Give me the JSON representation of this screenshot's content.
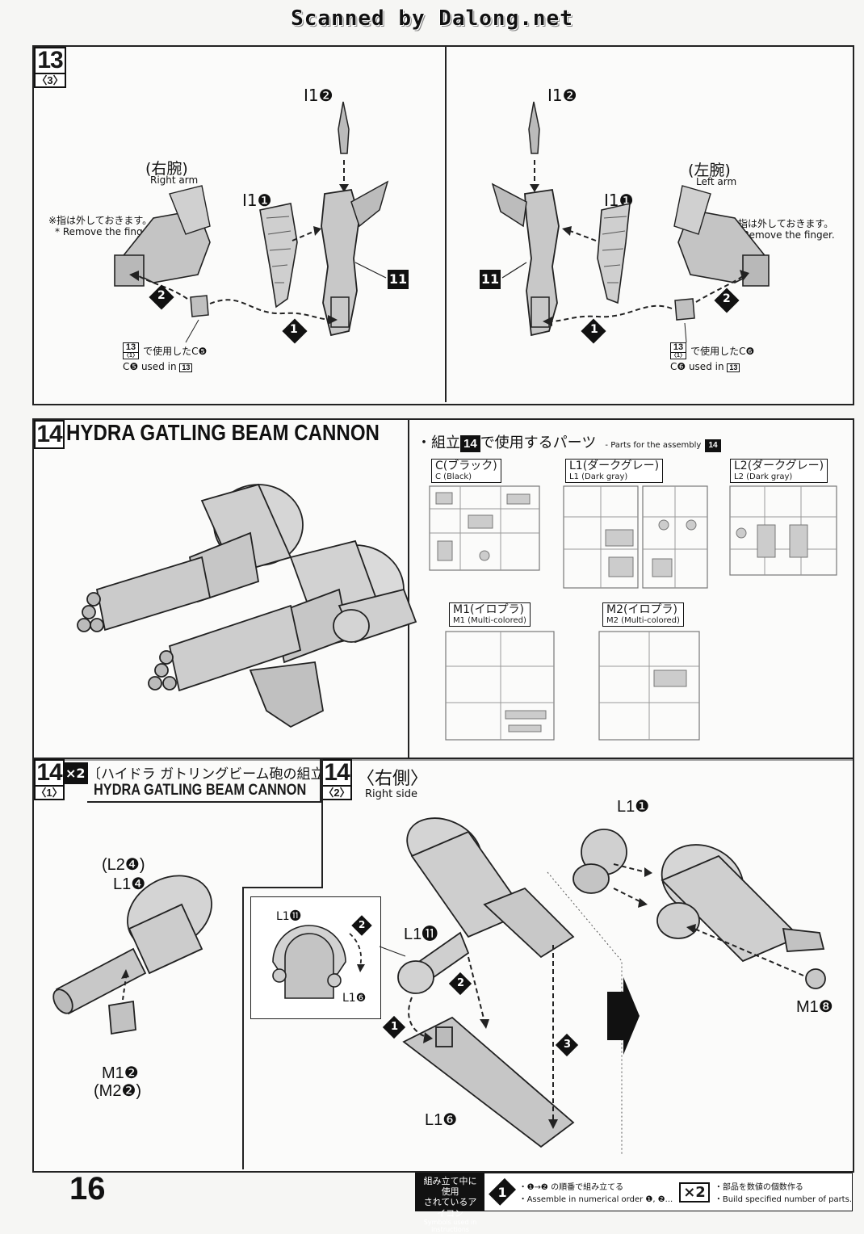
{
  "watermark": "Scanned by Dalong.net",
  "page_number": "16",
  "step13": {
    "number": "13",
    "sub": "〈3〉",
    "left": {
      "part_top": "I1❷",
      "part_mid": "I1❶",
      "arm_jp": "(右腕)",
      "arm_en": "Right arm",
      "note_jp": "※指は外しておきます。",
      "note_en": "* Remove the finger.",
      "box": "11",
      "used_jp": "で使用したC❺",
      "used_en": "C❺ used in",
      "ref": "13",
      "ref_sub": "〈1〉",
      "order1": "1",
      "order2": "2"
    },
    "right": {
      "part_top": "I1❷",
      "part_mid": "I1❶",
      "arm_jp": "(左腕)",
      "arm_en": "Left arm",
      "note_jp": "※指は外しておきます。",
      "note_en": "* Remove the finger.",
      "box": "11",
      "used_jp": "で使用したC❻",
      "used_en": "C❻ used in",
      "ref": "13",
      "ref_sub": "〈1〉",
      "order1": "1",
      "order2": "2"
    }
  },
  "step14": {
    "number": "14",
    "title": "HYDRA GATLING BEAM CANNON",
    "parts_heading_jp": "・組立",
    "parts_heading_num": "14",
    "parts_heading_jp2": "で使用するパーツ",
    "parts_heading_en": "- Parts for the assembly",
    "runners": [
      {
        "jp": "C(ブラック)",
        "en": "C (Black)"
      },
      {
        "jp": "L1(ダークグレー)",
        "en": "L1 (Dark gray)"
      },
      {
        "jp": "L2(ダークグレー)",
        "en": "L2 (Dark gray)"
      },
      {
        "jp": "M1(イロプラ)",
        "en": "M1 (Multi-colored)"
      },
      {
        "jp": "M2(イロプラ)",
        "en": "M2 (Multi-colored)"
      }
    ]
  },
  "step14_1": {
    "number": "14",
    "sub": "〈1〉",
    "mult": "×2",
    "title_jp": "〔ハイドラ ガトリングビーム砲の組立〕",
    "title_en": "HYDRA GATLING BEAM CANNON",
    "part_a1": "(L2❹)",
    "part_a2": "L1❹",
    "part_b1": "M1❷",
    "part_b2": "(M2❷)"
  },
  "step14_2": {
    "number": "14",
    "sub": "〈2〉",
    "title_jp": "〈右側〉",
    "title_en": "Right side",
    "inset_top": "L1⓫",
    "inset_bottom": "L1❻",
    "part_l111": "L1⓫",
    "part_l16": "L1❻",
    "part_l11": "L1❶",
    "part_m18": "M1❽",
    "order1": "1",
    "order2": "2",
    "order3": "3"
  },
  "legend": {
    "title_line1": "組み立て中に使用",
    "title_line2": "されているアイコン",
    "title_en": "Symbols used in instructions",
    "icon1": "1",
    "order_jp": "・❶→❷ の順番で組み立てる",
    "order_en": "・Assemble in numerical order ❶, ❷...",
    "mult_icon": "×2",
    "mult_jp": "・部品を数値の個数作る",
    "mult_en": "・Build specified number of parts."
  }
}
